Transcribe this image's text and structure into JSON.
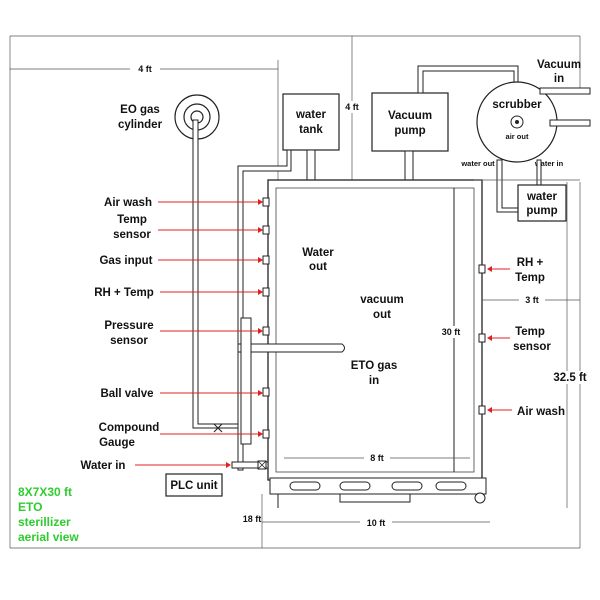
{
  "colors": {
    "title": "#2ecc2e",
    "arrows": "#e02020",
    "lines": "#222222"
  },
  "labels": {
    "eo_gas_cylinder": [
      "EO gas",
      "cylinder"
    ],
    "water_tank": [
      "water",
      "tank"
    ],
    "vacuum_pump": [
      "Vacuum",
      "pump"
    ],
    "scrubber": "scrubber",
    "air_out": "air out",
    "vacuum_in": [
      "Vacuum",
      "in"
    ],
    "water_out_small": "water out",
    "water_in_small": "water in",
    "water_pump": [
      "water",
      "pump"
    ],
    "water_out": [
      "Water",
      "out"
    ],
    "vacuum_out": [
      "vacuum",
      "out"
    ],
    "eto_gas_in": [
      "ETO gas",
      "in"
    ],
    "plc_unit": "PLC unit"
  },
  "left_sensors": [
    {
      "id": "air-wash",
      "lines": [
        "Air wash"
      ]
    },
    {
      "id": "temp-sensor",
      "lines": [
        "Temp",
        "sensor"
      ]
    },
    {
      "id": "gas-input",
      "lines": [
        "Gas input"
      ]
    },
    {
      "id": "rh-temp",
      "lines": [
        "RH + Temp"
      ]
    },
    {
      "id": "pressure-sensor",
      "lines": [
        "Pressure",
        "sensor"
      ]
    },
    {
      "id": "ball-valve",
      "lines": [
        "Ball valve"
      ]
    },
    {
      "id": "compound-gauge",
      "lines": [
        "Compound",
        "Gauge"
      ]
    },
    {
      "id": "water-in",
      "lines": [
        "Water in"
      ]
    }
  ],
  "right_sensors": [
    {
      "id": "rh-temp-right",
      "lines": [
        "RH +",
        "Temp"
      ]
    },
    {
      "id": "temp-sensor-right",
      "lines": [
        "Temp",
        "sensor"
      ]
    },
    {
      "id": "air-wash-right",
      "lines": [
        "Air wash"
      ]
    }
  ],
  "dimensions": {
    "top_width": "4 ft",
    "tank_clearance": "4 ft",
    "side_clearance": "3 ft",
    "chamber_height": "30 ft",
    "overall_height": "32.5 ft",
    "inner_width": "8 ft",
    "outer_width": "10 ft",
    "bottom_clearance": "18 ft"
  },
  "title_block": [
    "8X7X30 ft",
    "ETO",
    "sterillizer",
    "aerial view"
  ]
}
